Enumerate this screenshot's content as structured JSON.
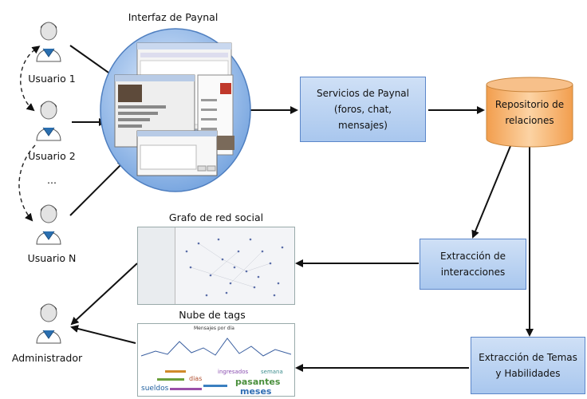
{
  "title_interface": "Interfaz de Paynal",
  "users": [
    "Usuario 1",
    "Usuario  2",
    "...",
    "Usuario  N"
  ],
  "admin": "Administrador",
  "services": [
    "Servicios de Paynal",
    "(foros, chat,",
    "mensajes)"
  ],
  "repository": [
    "Repositorio de",
    "relaciones"
  ],
  "extraction_interactions": [
    "Extracción de",
    "interacciones"
  ],
  "extraction_topics": [
    "Extracción de Temas",
    "y Habilidades"
  ],
  "graph_title": "Grafo de red social",
  "cloud_title": "Nube de tags",
  "cloud_words": [
    "pasantes",
    "meses",
    "sueldos",
    "ingresados",
    "dias",
    "semana"
  ],
  "chart_caption": "Mensajes por día",
  "colors": {
    "box_fill": "#b9d2f2",
    "box_border": "#5b86c9",
    "cylinder_fill": "#f6b56b",
    "cylinder_border": "#c9843a",
    "arrow": "#111111"
  }
}
